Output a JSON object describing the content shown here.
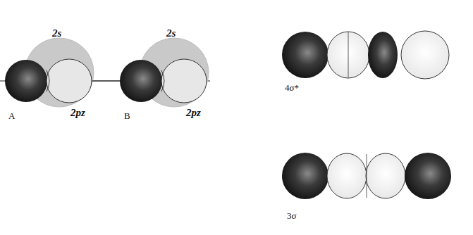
{
  "diagram": {
    "labels": [
      "2s",
      "A",
      "2pz",
      "2s",
      "B",
      "2pz",
      "4σ*",
      "3σ"
    ]
  }
}
